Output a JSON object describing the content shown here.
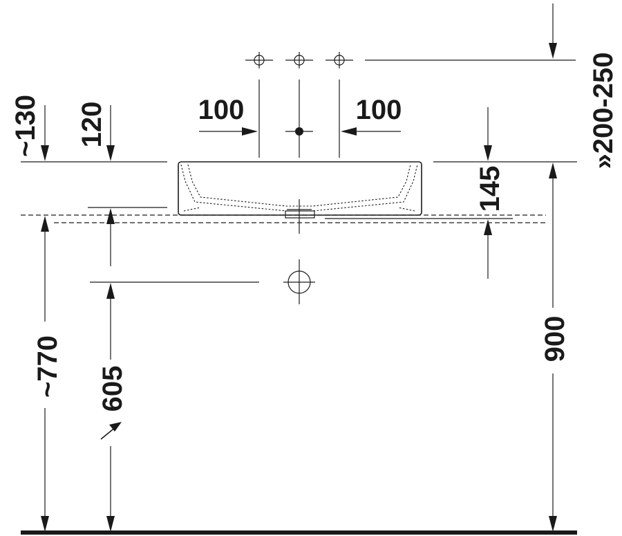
{
  "dimensions": {
    "tap_spacing_left": "100",
    "tap_spacing_right": "100",
    "height_130": "~130",
    "height_120": "120",
    "basin_height": "145",
    "tap_range": "»200-250",
    "height_770": "~770",
    "height_605": "605",
    "height_900": "900"
  },
  "colors": {
    "line": "#1a1a1a",
    "background": "#ffffff"
  }
}
